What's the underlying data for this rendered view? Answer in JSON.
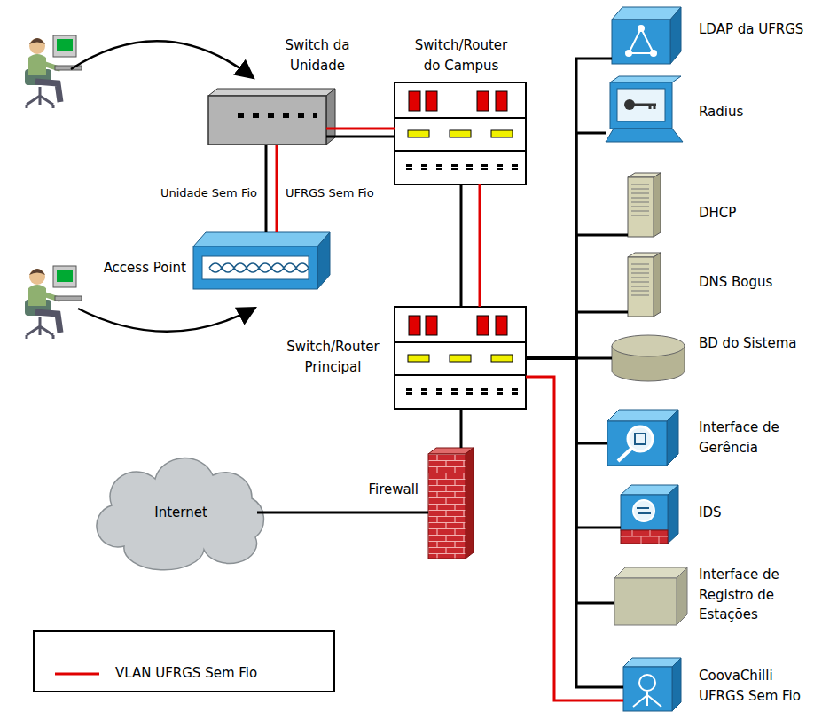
{
  "diagram": {
    "nodes": [
      {
        "text": [
          "Switch da Unidade"
        ]
      },
      {
        "text": [
          "Switch/Router do Campus"
        ]
      },
      {
        "text": [
          "Access Point"
        ]
      },
      {
        "text": [
          "Switch/Router Principal"
        ]
      },
      {
        "text": [
          "Firewall"
        ]
      },
      {
        "text": [
          "Internet"
        ]
      },
      {
        "text": [
          "LDAP da UFRGS"
        ]
      },
      {
        "text": [
          "Radius"
        ]
      },
      {
        "text": [
          "DHCP"
        ]
      },
      {
        "text": [
          "DNS Bogus"
        ]
      },
      {
        "text": [
          "BD do Sistema"
        ]
      },
      {
        "text": [
          "Interface de Gerência"
        ]
      },
      {
        "text": [
          "IDS"
        ]
      },
      {
        "text": [
          "Interface de Registro de Estações"
        ]
      },
      {
        "text": [
          "CoovaChilli UFRGS Sem Fio"
        ]
      }
    ],
    "edges": [
      {
        "from": 0,
        "to": 1,
        "arrow": "none"
      },
      {
        "from": 0,
        "to": 1,
        "arrow": "none"
      },
      {
        "from": 0,
        "to": 2,
        "arrow": "none",
        "label": "Unidade Sem Fio"
      },
      {
        "from": 0,
        "to": 2,
        "arrow": "none",
        "label": "UFRGS Sem Fio"
      },
      {
        "from": 1,
        "to": 3,
        "arrow": "none"
      },
      {
        "from": 1,
        "to": 3,
        "arrow": "none"
      },
      {
        "from": 3,
        "to": 4,
        "arrow": "none"
      },
      {
        "from": 4,
        "to": 5,
        "arrow": "none"
      },
      {
        "from": 3,
        "to": 6,
        "arrow": "none"
      },
      {
        "from": 3,
        "to": 7,
        "arrow": "none"
      },
      {
        "from": 3,
        "to": 8,
        "arrow": "none"
      },
      {
        "from": 3,
        "to": 9,
        "arrow": "none"
      },
      {
        "from": 3,
        "to": 10,
        "arrow": "none"
      },
      {
        "from": 3,
        "to": 11,
        "arrow": "none"
      },
      {
        "from": 3,
        "to": 12,
        "arrow": "none"
      },
      {
        "from": 3,
        "to": 13,
        "arrow": "none"
      },
      {
        "from": 3,
        "to": 14,
        "arrow": "none"
      },
      {
        "from": 3,
        "to": 14,
        "arrow": "none"
      }
    ],
    "legend": [
      {
        "text": "VLAN UFRGS Sem Fio"
      }
    ]
  }
}
